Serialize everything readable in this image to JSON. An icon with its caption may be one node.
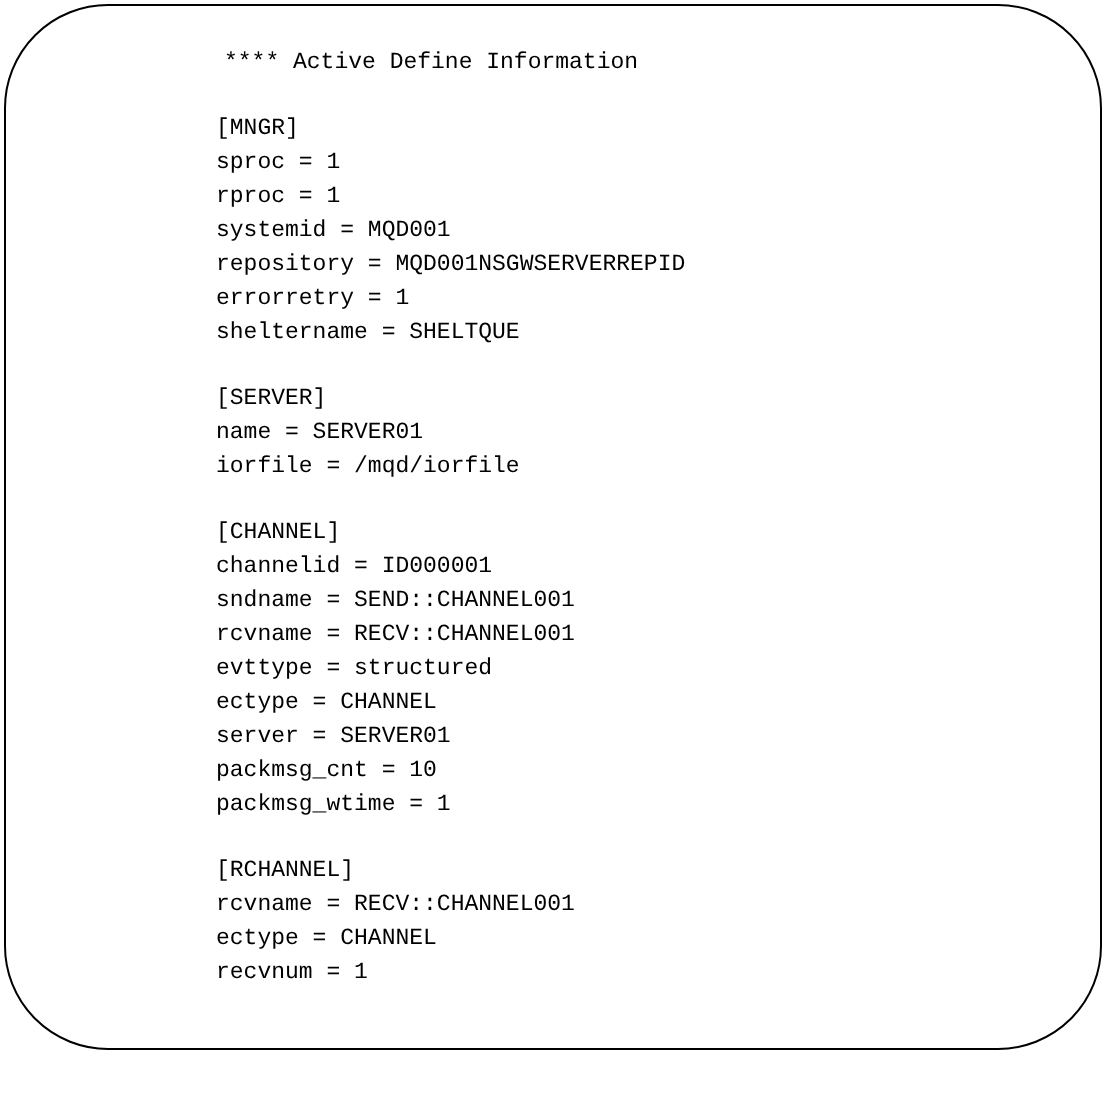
{
  "diagram": {
    "nodes": [
      {
        "text": [
          "**** Active Define Information",
          "[MNGR]",
          "sproc = 1",
          "rproc = 1",
          "systemid = MQD001",
          "repository = MQD001NSGWSERVERREPID",
          "errorretry = 1",
          "sheltername = SHELTQUE",
          "[SERVER]",
          "name = SERVER01",
          "iorfile = /mqd/iorfile",
          "[CHANNEL]",
          "channelid = ID000001",
          "sndname = SEND::CHANNEL001",
          "rcvname = RECV::CHANNEL001",
          "evttype = structured",
          "ectype = CHANNEL",
          "server = SERVER01",
          "packmsg_cnt = 10",
          "packmsg_wtime = 1",
          "[RCHANNEL]",
          "rcvname = RECV::CHANNEL001",
          "ectype = CHANNEL",
          "recvnum = 1"
        ]
      }
    ]
  }
}
